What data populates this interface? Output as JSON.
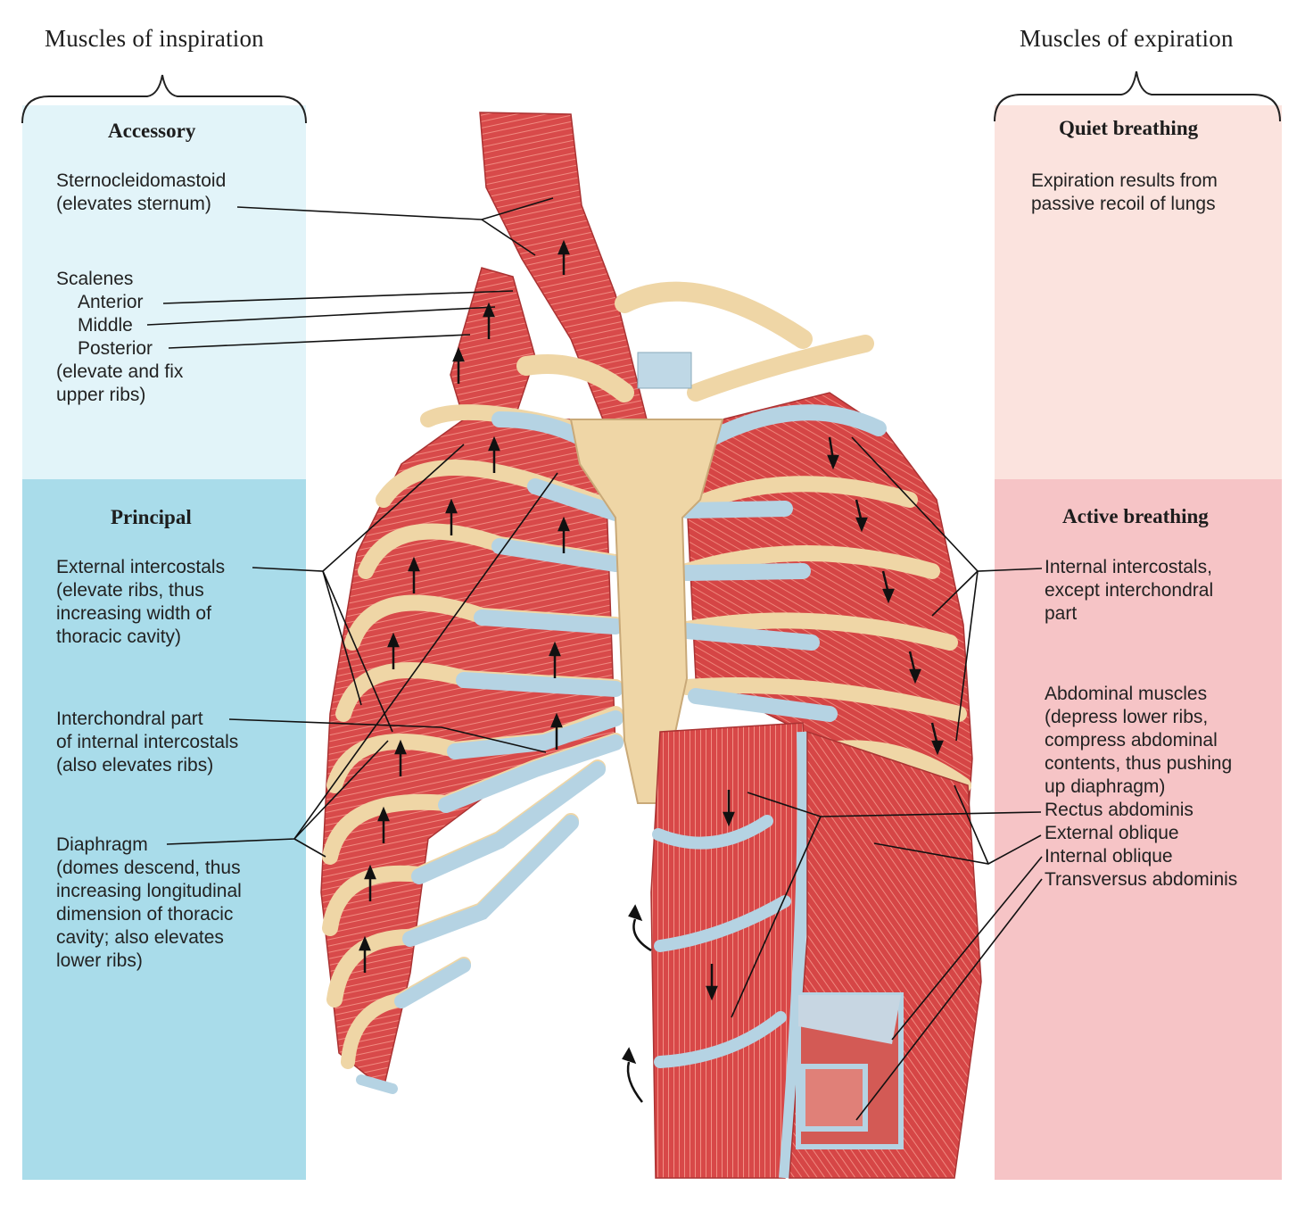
{
  "headings": {
    "inspiration": "Muscles of inspiration",
    "expiration": "Muscles of expiration"
  },
  "colors": {
    "accessory_panel": "#e2f4f9",
    "principal_panel": "#a9dcea",
    "quiet_panel": "#fbe3de",
    "active_panel": "#f6c4c6",
    "muscle": "#d94848",
    "bone": "#efd6a6",
    "cartilage": "#b5d3e3"
  },
  "inspiration": {
    "accessory": {
      "title": "Accessory",
      "sternocleidomastoid": [
        "Sternocleidomastoid",
        "(elevates sternum)"
      ],
      "scalenes": {
        "title": "Scalenes",
        "anterior": "Anterior",
        "middle": "Middle",
        "posterior": "Posterior",
        "note": [
          "(elevate and fix",
          "upper ribs)"
        ]
      }
    },
    "principal": {
      "title": "Principal",
      "external_intercostals": [
        "External intercostals",
        "(elevate ribs, thus",
        "increasing width of",
        "thoracic cavity)"
      ],
      "interchondral": [
        "Interchondral part",
        "of internal intercostals",
        "(also elevates ribs)"
      ],
      "diaphragm": [
        "Diaphragm",
        "(domes descend, thus",
        "increasing longitudinal",
        "dimension of thoracic",
        "cavity; also elevates",
        "lower ribs)"
      ]
    }
  },
  "expiration": {
    "quiet": {
      "title": "Quiet breathing",
      "text": [
        "Expiration results from",
        "passive recoil of lungs"
      ]
    },
    "active": {
      "title": "Active breathing",
      "internal_intercostals": [
        "Internal intercostals,",
        "except interchondral",
        "part"
      ],
      "abdominal": [
        "Abdominal muscles",
        "(depress lower ribs,",
        "compress abdominal",
        "contents, thus pushing",
        "up diaphragm)"
      ],
      "rectus": "Rectus abdominis",
      "external_oblique": "External oblique",
      "internal_oblique": "Internal oblique",
      "transversus": "Transversus abdominis"
    }
  }
}
